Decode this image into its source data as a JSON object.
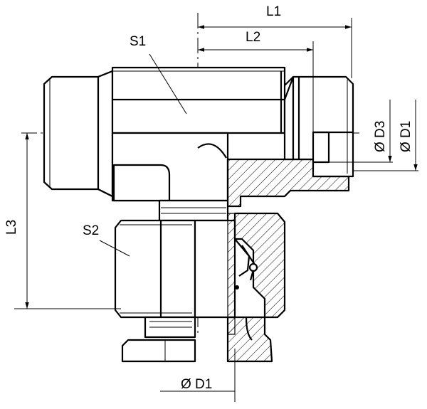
{
  "drawing": {
    "labels": {
      "L1": "L1",
      "L2": "L2",
      "L3": "L3",
      "S1": "S1",
      "S2": "S2",
      "D3": "Ø D3",
      "D1_side": "Ø D1",
      "D1_bottom": "Ø D1"
    },
    "line_color": "#000000",
    "background": "#ffffff"
  }
}
